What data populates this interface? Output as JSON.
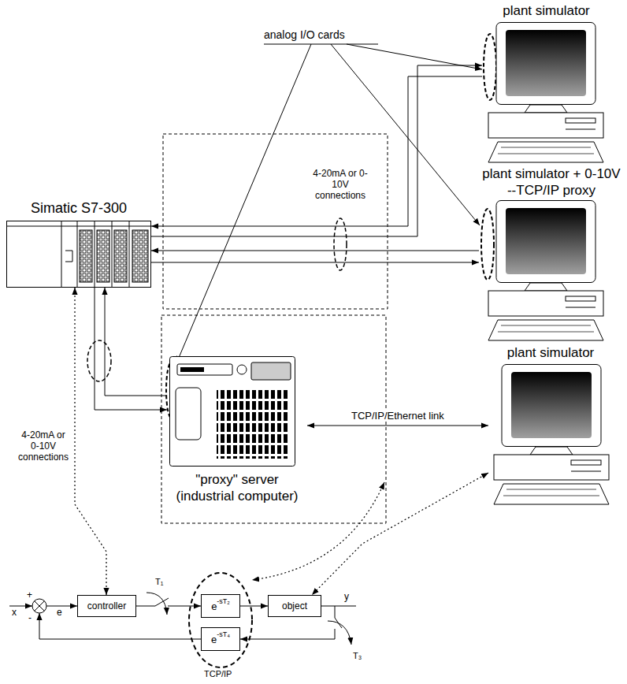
{
  "diagram": {
    "nodes": [
      {
        "text": [
          "Simatic S7-300"
        ]
      },
      {
        "text": [
          "plant simulator"
        ]
      },
      {
        "text": [
          "plant simulator + 0-10V --TCP/IP proxy"
        ]
      },
      {
        "text": [
          "\"proxy\" server (industrial computer)"
        ]
      },
      {
        "text": [
          "plant simulator"
        ]
      },
      {
        "text": [
          "controller"
        ]
      },
      {
        "text": [
          "e",
          "-sT₂"
        ]
      },
      {
        "text": [
          "object"
        ]
      },
      {
        "text": [
          "e",
          "-sT₄"
        ]
      }
    ],
    "edges": [
      {
        "from": 0,
        "to": 1,
        "arrow": "to"
      },
      {
        "from": 1,
        "to": 0,
        "arrow": "to"
      },
      {
        "from": 0,
        "to": 2,
        "arrow": "to"
      },
      {
        "from": 2,
        "to": 0,
        "arrow": "to"
      },
      {
        "from": 0,
        "to": 3,
        "arrow": "to"
      },
      {
        "from": 3,
        "to": 0,
        "arrow": "to"
      },
      {
        "from": 3,
        "to": 4,
        "label": "TCP/IP/Ethernet link",
        "arrow": "both"
      },
      {
        "from": 0,
        "to": 5,
        "arrow": "both"
      },
      {
        "from": 4,
        "to": 7,
        "arrow": "both"
      },
      {
        "from": 5,
        "to": 6,
        "arrow": "to"
      },
      {
        "from": 6,
        "to": 7,
        "arrow": "to"
      },
      {
        "from": 7,
        "to": 8,
        "arrow": "to"
      }
    ],
    "labels": [
      "analog I/O cards",
      "4-20mA or 0-10V connections",
      "4-20mA or 0-10V connections",
      "x",
      "+",
      "-",
      "e",
      "T₁",
      "y",
      "T₃",
      "TCP/IP"
    ]
  }
}
